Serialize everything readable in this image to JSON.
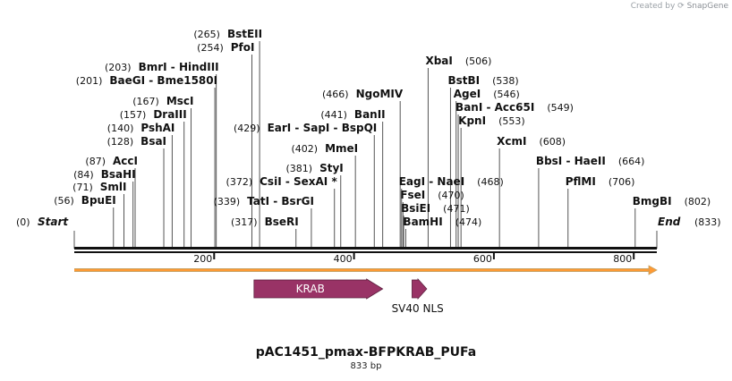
{
  "credit": {
    "prefix": "Created by",
    "brand": "SnapGene",
    "icon": "snapgene-logo-icon"
  },
  "plasmid": {
    "name": "pAC1451_pmax-BFPKRAB_PUFa",
    "length_label": "833 bp",
    "length": 833
  },
  "ends": [
    {
      "pos": "(0)",
      "label": "Start",
      "bp": 0
    },
    {
      "pos": "(833)",
      "label": "End",
      "bp": 833
    }
  ],
  "ruler": {
    "ticks": [
      {
        "bp": 200,
        "label": "200"
      },
      {
        "bp": 400,
        "label": "400"
      },
      {
        "bp": 600,
        "label": "600"
      },
      {
        "bp": 800,
        "label": "800"
      }
    ]
  },
  "sites": [
    {
      "name": "BpuEI",
      "pos": "(56)",
      "bp": 56
    },
    {
      "name": "SmlI",
      "pos": "(71)",
      "bp": 71
    },
    {
      "name": "BsaHI",
      "pos": "(84)",
      "bp": 84
    },
    {
      "name": "AccI",
      "pos": "(87)",
      "bp": 87
    },
    {
      "name": "BsaI",
      "pos": "(128)",
      "bp": 128
    },
    {
      "name": "PshAI",
      "pos": "(140)",
      "bp": 140
    },
    {
      "name": "DraIII",
      "pos": "(157)",
      "bp": 157
    },
    {
      "name": "MscI",
      "pos": "(167)",
      "bp": 167
    },
    {
      "name": "BaeGI - Bme1580I",
      "pos": "(201)",
      "bp": 201
    },
    {
      "name": "BmrI - HindIII",
      "pos": "(203)",
      "bp": 203
    },
    {
      "name": "PfoI",
      "pos": "(254)",
      "bp": 254
    },
    {
      "name": "BstEII",
      "pos": "(265)",
      "bp": 265
    },
    {
      "name": "BseRI",
      "pos": "(317)",
      "bp": 317
    },
    {
      "name": "TatI - BsrGI",
      "pos": "(339)",
      "bp": 339
    },
    {
      "name": "CsiI - SexAI *",
      "pos": "(372)",
      "bp": 372
    },
    {
      "name": "StyI",
      "pos": "(381)",
      "bp": 381
    },
    {
      "name": "MmeI",
      "pos": "(402)",
      "bp": 402
    },
    {
      "name": "EarI - SapI - BspQI",
      "pos": "(429)",
      "bp": 429
    },
    {
      "name": "BanII",
      "pos": "(441)",
      "bp": 441
    },
    {
      "name": "NgoMIV",
      "pos": "(466)",
      "bp": 466
    },
    {
      "name": "EagI - NaeI",
      "pos": "(468)",
      "bp": 468
    },
    {
      "name": "FseI",
      "pos": "(470)",
      "bp": 470
    },
    {
      "name": "BsiEI",
      "pos": "(471)",
      "bp": 471
    },
    {
      "name": "BamHI",
      "pos": "(474)",
      "bp": 474
    },
    {
      "name": "XbaI",
      "pos": "(506)",
      "bp": 506
    },
    {
      "name": "BstBI",
      "pos": "(538)",
      "bp": 538
    },
    {
      "name": "AgeI",
      "pos": "(546)",
      "bp": 546
    },
    {
      "name": "BanI - Acc65I",
      "pos": "(549)",
      "bp": 549
    },
    {
      "name": "KpnI",
      "pos": "(553)",
      "bp": 553
    },
    {
      "name": "XcmI",
      "pos": "(608)",
      "bp": 608
    },
    {
      "name": "BbsI - HaeII",
      "pos": "(664)",
      "bp": 664
    },
    {
      "name": "PflMI",
      "pos": "(706)",
      "bp": 706
    },
    {
      "name": "BmgBI",
      "pos": "(802)",
      "bp": 802
    }
  ],
  "features": [
    {
      "name": "KRAB",
      "start": 257,
      "end": 441,
      "color": "#993366",
      "label_inside": true
    },
    {
      "name": "SV40 NLS",
      "start": 483,
      "end": 504,
      "color": "#993366",
      "label_inside": false
    }
  ],
  "colors": {
    "backbone": "#111111",
    "origin_arrow": "#ff9a33",
    "feature": "#993366"
  }
}
